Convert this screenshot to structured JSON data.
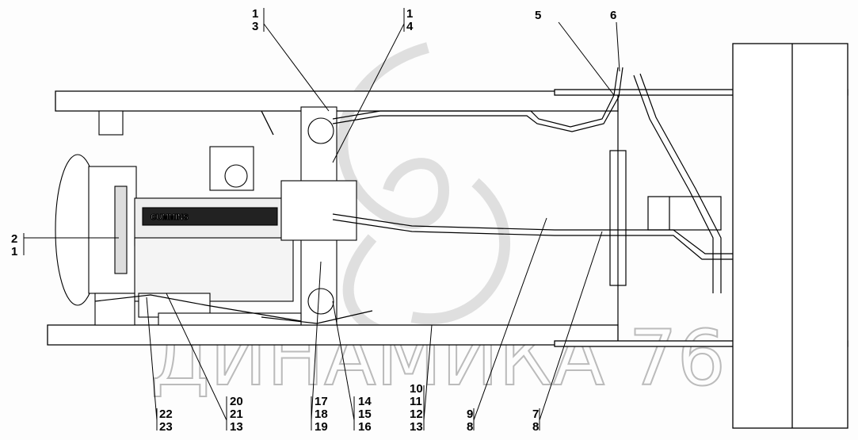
{
  "diagram": {
    "watermark": "ДИНАМИКА 76",
    "engine_brand": "CUMMINS",
    "callouts": {
      "top": [
        {
          "id": "c13",
          "lines": [
            "1",
            "3"
          ]
        },
        {
          "id": "c14",
          "lines": [
            "1",
            "4"
          ]
        },
        {
          "id": "c5",
          "lines": [
            "5"
          ]
        },
        {
          "id": "c6",
          "lines": [
            "6"
          ]
        }
      ],
      "left": [
        {
          "id": "c21",
          "lines": [
            "2",
            "1"
          ]
        }
      ],
      "bottom": [
        {
          "id": "c2223",
          "lines": [
            "22",
            "23"
          ]
        },
        {
          "id": "c202113",
          "lines": [
            "20",
            "21",
            "13"
          ]
        },
        {
          "id": "c171819",
          "lines": [
            "17",
            "18",
            "19"
          ]
        },
        {
          "id": "c141516",
          "lines": [
            "14",
            "15",
            "16"
          ]
        },
        {
          "id": "c10111213",
          "lines": [
            "10",
            "11",
            "12",
            "13"
          ]
        },
        {
          "id": "c98",
          "lines": [
            "9",
            "8"
          ]
        },
        {
          "id": "c78",
          "lines": [
            "7",
            "8"
          ]
        }
      ]
    }
  }
}
